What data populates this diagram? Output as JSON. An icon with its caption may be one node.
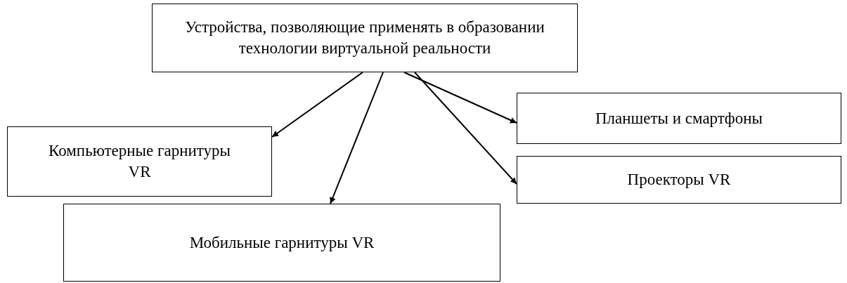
{
  "diagram": {
    "nodes": [
      {
        "text": [
          "Устройства, позволяющие применять в образовании технологии виртуальной реальности"
        ]
      },
      {
        "text": [
          "Компьютерные гарнитуры VR"
        ]
      },
      {
        "text": [
          "Планшеты и смартфоны"
        ]
      },
      {
        "text": [
          "Проекторы VR"
        ]
      },
      {
        "text": [
          "Мобильные гарнитуры VR"
        ]
      }
    ],
    "edges": [
      {
        "from": 0,
        "to": 1,
        "arrow": "to"
      },
      {
        "from": 0,
        "to": 2,
        "arrow": "to"
      },
      {
        "from": 0,
        "to": 3,
        "arrow": "to"
      },
      {
        "from": 0,
        "to": 4,
        "arrow": "to"
      }
    ]
  }
}
